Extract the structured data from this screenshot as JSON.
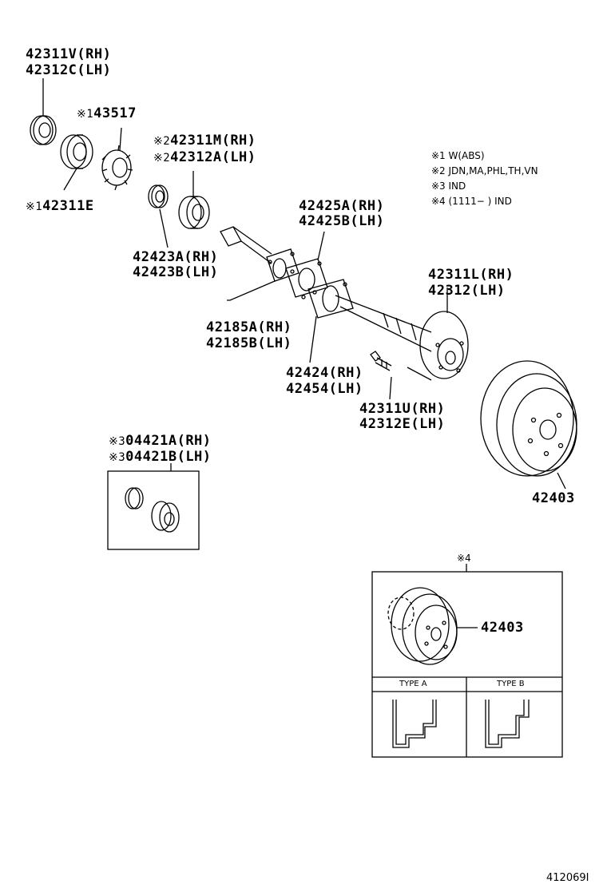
{
  "parts": {
    "oil_seal": [
      "42311V(RH)",
      "42312C(LH)"
    ],
    "gear": {
      "mark": "※1",
      "num": "43517"
    },
    "bearing_e": {
      "mark": "※1",
      "num": "42311E"
    },
    "bearing_m": [
      {
        "mark": "※2",
        "num": "42311M(RH)"
      },
      {
        "mark": "※2",
        "num": "42312A(LH)"
      }
    ],
    "retainer": [
      "42425A(RH)",
      "42425B(LH)"
    ],
    "seal_a": [
      "42423A(RH)",
      "42423B(LH)"
    ],
    "shaft": [
      "42311L(RH)",
      "42312(LH)"
    ],
    "gasket": [
      "42185A(RH)",
      "42185B(LH)"
    ],
    "plate": [
      "42424(RH)",
      "42454(LH)"
    ],
    "bolt": [
      "42311U(RH)",
      "42312E(LH)"
    ],
    "drum": "42403",
    "kit": [
      {
        "mark": "※3",
        "num": "04421A(RH)"
      },
      {
        "mark": "※3",
        "num": "04421B(LH)"
      }
    ],
    "inset_drum": "42403"
  },
  "notes": [
    "※1 W(ABS)",
    "※2 JDN,MA,PHL,TH,VN",
    "※3 IND",
    "※4 (1111−        ) IND"
  ],
  "inset": {
    "mark": "※4",
    "type_a": "TYPE A",
    "type_b": "TYPE B"
  },
  "figure_id": "412069I"
}
